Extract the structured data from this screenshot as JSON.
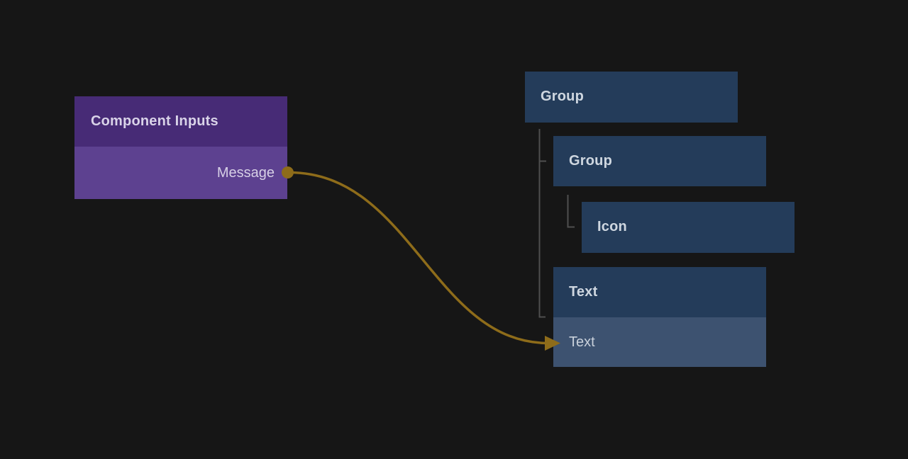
{
  "colors": {
    "background": "#161616",
    "component_node_header": "#472b76",
    "component_node_row": "#5d4190",
    "layer_node_fill": "#243c5a",
    "layer_bound_row_fill": "#3d5270",
    "connection_gold": "#8e6c1a",
    "tree_line": "#4f4f4f",
    "component_text": "#d9d3e8",
    "layer_text": "#cfd7e0"
  },
  "component_node": {
    "title": "Component Inputs",
    "output_label": "Message"
  },
  "layer_nodes": [
    {
      "label": "Group",
      "depth": 0
    },
    {
      "label": "Group",
      "depth": 1
    },
    {
      "label": "Icon",
      "depth": 2
    },
    {
      "label": "Text",
      "depth": 1,
      "bound_row_label": "Text"
    }
  ],
  "connection": {
    "from": "Message",
    "to": "Text"
  }
}
